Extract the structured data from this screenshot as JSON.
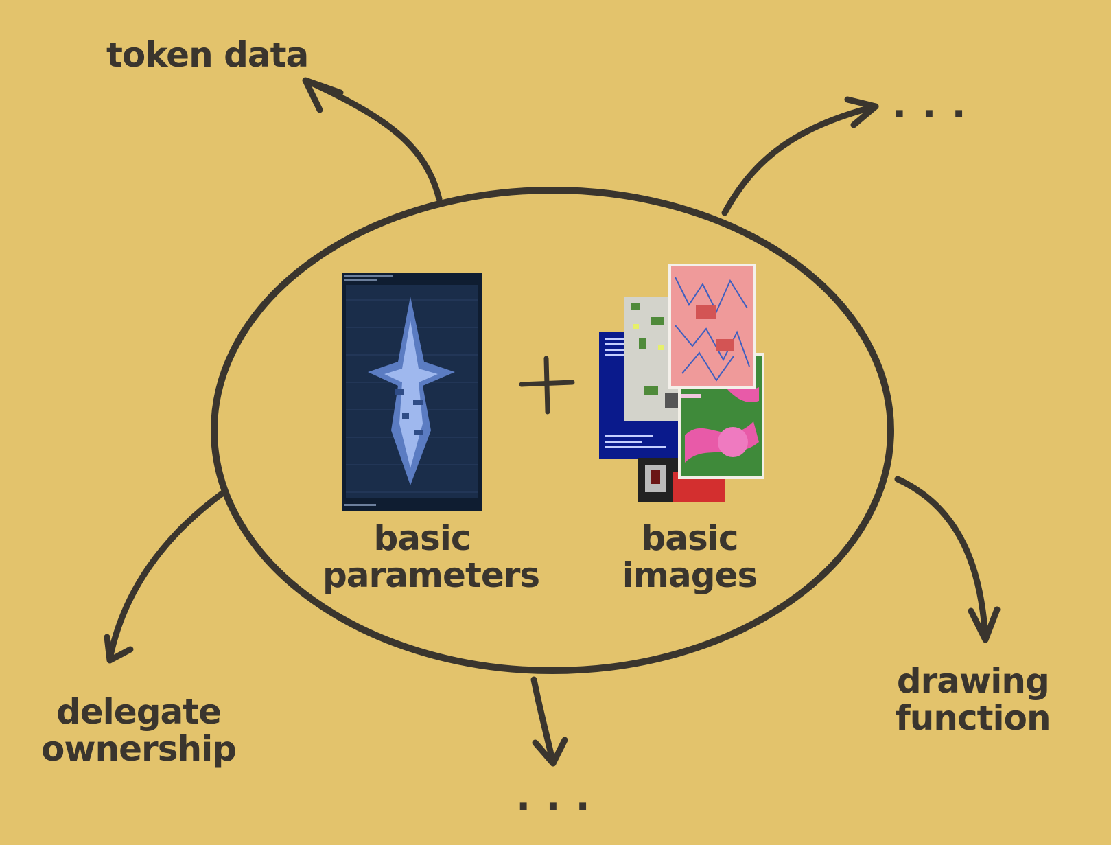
{
  "labels": {
    "token_data": "token data",
    "top_right_more": "...",
    "delegate_ownership_line1": "delegate",
    "delegate_ownership_line2": "ownership",
    "bottom_more": "...",
    "drawing_function_line1": "drawing",
    "drawing_function_line2": "function",
    "basic_parameters_line1": "basic",
    "basic_parameters_line2": "parameters",
    "basic_images_line1": "basic",
    "basic_images_line2": "images"
  },
  "colors": {
    "background": "#e3c36c",
    "ink": "#3a352e",
    "param_panel": "#13233a",
    "param_glyph": "#7fa3e0",
    "img_blue": "#0a1a8c",
    "img_gray": "#c9c9c0",
    "img_pink": "#ef9a9a",
    "img_green": "#3f8a3a",
    "img_magenta": "#e85aa8",
    "img_red": "#d32f2f"
  }
}
